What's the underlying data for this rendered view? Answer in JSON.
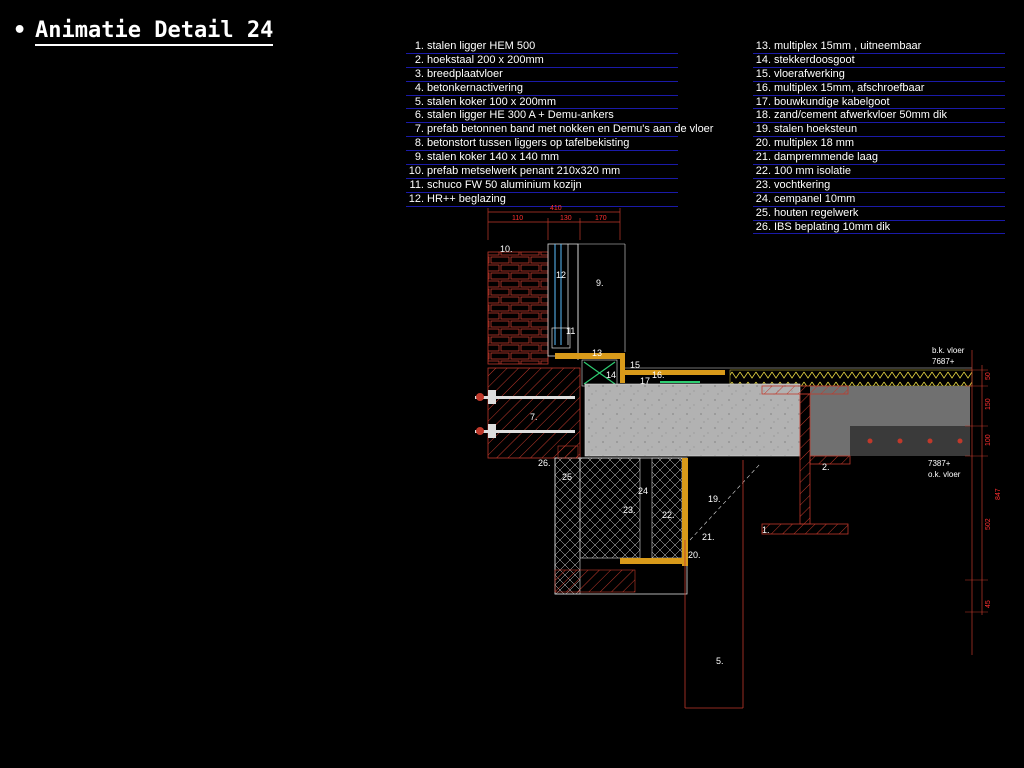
{
  "slide": {
    "bullet": "•",
    "title": "Animatie Detail 24"
  },
  "legend_left": [
    {
      "num": "1.",
      "text": "stalen ligger HEM 500"
    },
    {
      "num": "2.",
      "text": "hoekstaal 200 x 200mm"
    },
    {
      "num": "3.",
      "text": "breedplaatvloer"
    },
    {
      "num": "4.",
      "text": "betonkernactivering"
    },
    {
      "num": "5.",
      "text": "stalen koker 100 x 200mm"
    },
    {
      "num": "6.",
      "text": "stalen ligger HE 300 A + Demu-ankers"
    },
    {
      "num": "7.",
      "text": "prefab betonnen band met nokken en Demu's aan de vloer"
    },
    {
      "num": "8.",
      "text": "betonstort tussen liggers op tafelbekisting"
    },
    {
      "num": "9.",
      "text": "stalen koker 140 x 140 mm"
    },
    {
      "num": "10.",
      "text": "prefab metselwerk penant 210x320 mm"
    },
    {
      "num": "11.",
      "text": "schuco FW 50 aluminium kozijn"
    },
    {
      "num": "12.",
      "text": "HR++ beglazing"
    }
  ],
  "legend_right": [
    {
      "num": "13.",
      "text": "multiplex 15mm , uitneembaar"
    },
    {
      "num": "14.",
      "text": "stekkerdoosgoot"
    },
    {
      "num": "15.",
      "text": "vloerafwerking"
    },
    {
      "num": "16.",
      "text": "multiplex 15mm, afschroefbaar"
    },
    {
      "num": "17.",
      "text": "bouwkundige kabelgoot"
    },
    {
      "num": "18.",
      "text": "zand/cement afwerkvloer 50mm dik"
    },
    {
      "num": "19.",
      "text": "stalen hoeksteun"
    },
    {
      "num": "20.",
      "text": "multiplex 18 mm"
    },
    {
      "num": "21.",
      "text": "dampremmende laag"
    },
    {
      "num": "22.",
      "text": "100 mm isolatie"
    },
    {
      "num": "23.",
      "text": "vochtkering"
    },
    {
      "num": "24.",
      "text": "cempanel 10mm"
    },
    {
      "num": "25.",
      "text": "houten regelwerk"
    },
    {
      "num": "26.",
      "text": "IBS beplating 10mm dik"
    }
  ],
  "drawing": {
    "labels": {
      "n10": "10.",
      "n12": "12",
      "n9": "9.",
      "n11": "11",
      "n13": "13",
      "n15": "15",
      "n14": "14",
      "n16": "16.",
      "n17": "17",
      "n7": "7.",
      "n26": "26.",
      "n25": "25",
      "n24": "24",
      "n23": "23.",
      "n22": "22.",
      "n19": "19.",
      "n21": "21.",
      "n20": "20.",
      "n1": "1.",
      "n2": "2.",
      "n5": "5.",
      "bk_vloer": "b.k. vloer",
      "bk_level": "7687+",
      "ok_level": "7387+",
      "ok_vloer": "o.k. vloer"
    },
    "dims": {
      "top_total": "410",
      "top_a": "110",
      "top_b": "130",
      "top_c": "170",
      "right_a": "50",
      "right_b": "150",
      "right_c": "100",
      "right_d": "847",
      "right_e": "502",
      "right_f": "45"
    }
  },
  "colors": {
    "background": "#000000",
    "text": "#ffffff",
    "underline": "#1a1aa8",
    "wood": "#d89a1a",
    "steel": "#c0392b",
    "concrete": "#b4b4b4"
  }
}
